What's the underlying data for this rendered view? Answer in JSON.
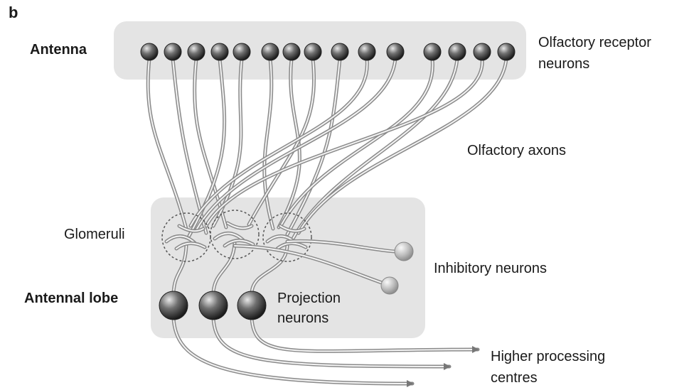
{
  "panel_letter": "b",
  "labels": {
    "antenna": "Antenna",
    "antennal_lobe": "Antennal lobe",
    "orn_line1": "Olfactory receptor",
    "orn_line2": "neurons",
    "axons": "Olfactory axons",
    "glomeruli": "Glomeruli",
    "inhibitory": "Inhibitory neurons",
    "projection_line1": "Projection",
    "projection_line2": "neurons",
    "higher_line1": "Higher processing",
    "higher_line2": "centres"
  },
  "colors": {
    "region_fill": "#e4e4e4",
    "axon_stroke": "#8a8a8a",
    "neuron_dark": "#2e2e2e",
    "neuron_light": "#b5b5b5"
  }
}
